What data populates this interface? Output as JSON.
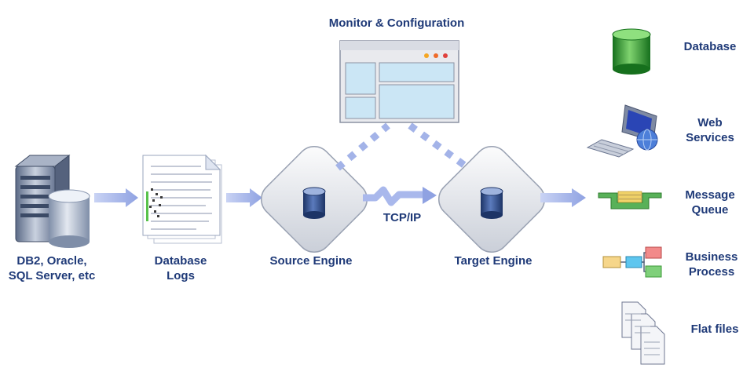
{
  "diagram": {
    "monitor_title": "Monitor & Configuration",
    "protocol_label": "TCP/IP",
    "source": {
      "line1": "DB2, Oracle,",
      "line2": "SQL Server, etc"
    },
    "logs": {
      "line1": "Database",
      "line2": "Logs"
    },
    "source_engine": "Source Engine",
    "target_engine": "Target Engine"
  },
  "targets": {
    "database": "Database",
    "web_services": {
      "line1": "Web",
      "line2": "Services"
    },
    "message_queue": {
      "line1": "Message",
      "line2": "Queue"
    },
    "business_process": {
      "line1": "Business",
      "line2": "Process"
    },
    "flat_files": "Flat files"
  },
  "colors": {
    "label": "#1f3a78",
    "arrow": "#a9b8ec",
    "dash": "#9fb0e6",
    "cylinder_blue": "#2f4f8f",
    "database_green": "#3aa53a"
  }
}
